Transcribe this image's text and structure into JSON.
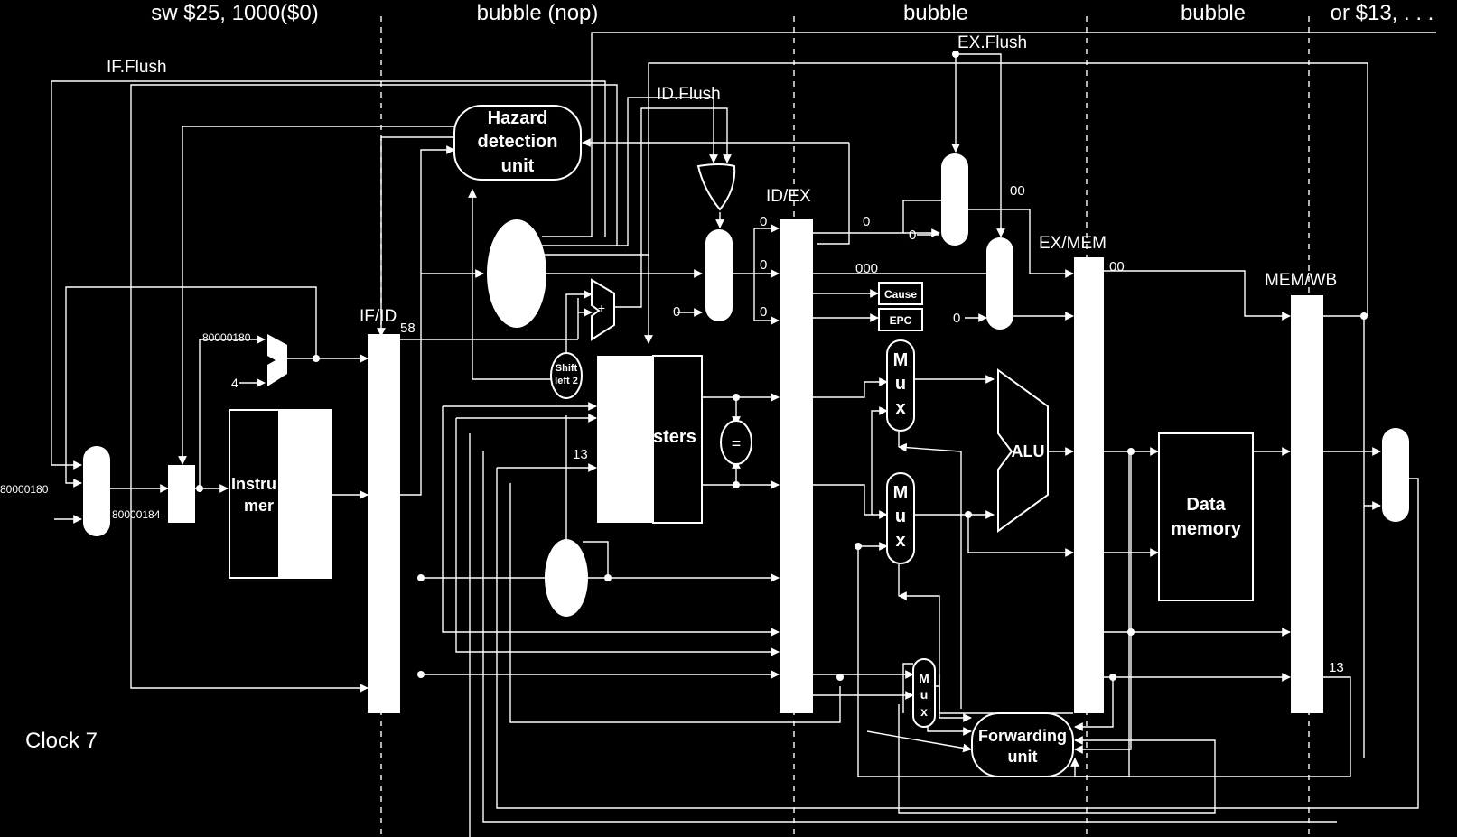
{
  "stages": {
    "if_instr": "sw $25, 1000($0)",
    "id_instr": "bubble (nop)",
    "ex_instr": "bubble",
    "mem_instr": "bubble",
    "wb_instr": "or $13, . . ."
  },
  "clock": "Clock 7",
  "signals": {
    "if_flush": "IF.Flush",
    "id_flush": "ID.Flush",
    "ex_flush": "EX.Flush"
  },
  "registers": {
    "if_id": "IF/ID",
    "id_ex": "ID/EX",
    "ex_mem": "EX/MEM",
    "mem_wb": "MEM/WB"
  },
  "units": {
    "hazard_line1": "Hazard",
    "hazard_line2": "detection",
    "hazard_line3": "unit",
    "instr_mem_line1": "Instru",
    "instr_mem_line2": "mer",
    "registers": "sters",
    "data_mem_line1": "Data",
    "data_mem_line2": "memory",
    "alu": "ALU",
    "forwarding_line1": "Forwarding",
    "forwarding_line2": "unit",
    "shift_line1": "Shift",
    "shift_line2": "left 2",
    "cause": "Cause",
    "epc": "EPC",
    "equals": "=",
    "adder": "+",
    "mux_m": "M",
    "mux_u": "u",
    "mux_x": "x"
  },
  "values": {
    "pc_in": "80000180",
    "pc_plus4": "80000184",
    "exc_addr": "80000180",
    "four": "4",
    "fifty_eight": "58",
    "thirteen_reg": "13",
    "thirteen_wb": "13",
    "zero_idex_1": "0",
    "zero_idex_2": "0",
    "zero_idex_3": "0",
    "zero_ctrl": "0",
    "zero_ex_1": "0",
    "zero_ex_2": "0",
    "zero_ex_3": "0",
    "triple_zero": "000",
    "double_zero_1": "00",
    "double_zero_2": "00"
  }
}
